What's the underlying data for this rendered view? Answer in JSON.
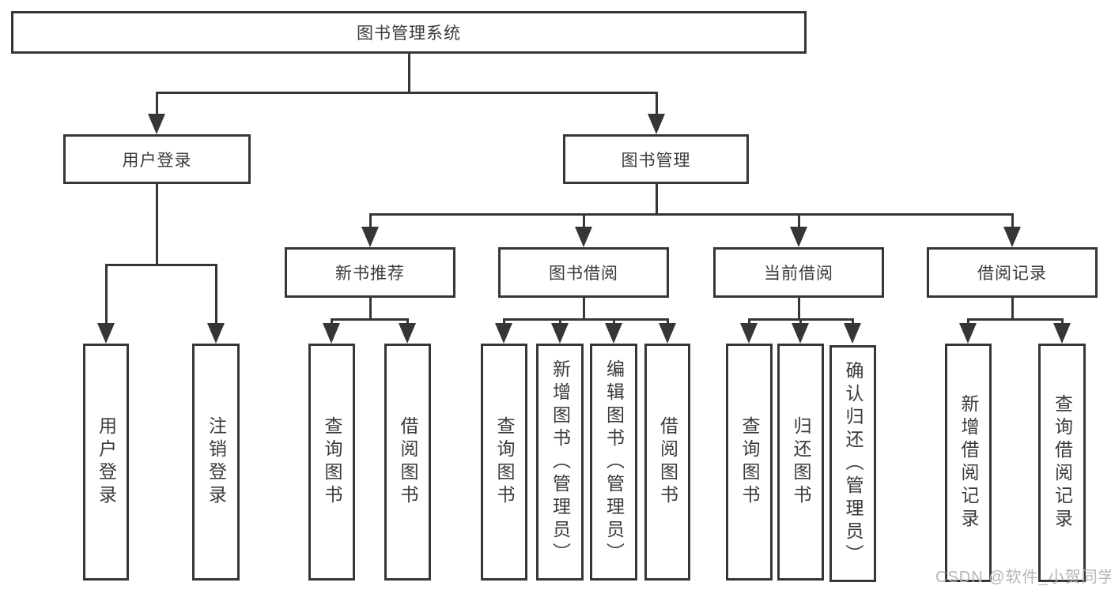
{
  "diagram": {
    "root": {
      "label": "图书管理系统"
    },
    "user_login": {
      "label": "用户登录",
      "children": [
        {
          "label": "用户登录"
        },
        {
          "label": "注销登录"
        }
      ]
    },
    "book_management": {
      "label": "图书管理",
      "groups": [
        {
          "label": "新书推荐",
          "children": [
            {
              "label": "查询图书"
            },
            {
              "label": "借阅图书"
            }
          ]
        },
        {
          "label": "图书借阅",
          "children": [
            {
              "label": "查询图书"
            },
            {
              "label": "新增图书（管理员）"
            },
            {
              "label": "编辑图书（管理员）"
            },
            {
              "label": "借阅图书"
            }
          ]
        },
        {
          "label": "当前借阅",
          "children": [
            {
              "label": "查询图书"
            },
            {
              "label": "归还图书"
            },
            {
              "label": "确认归还（管理员）"
            }
          ]
        },
        {
          "label": "借阅记录",
          "children": [
            {
              "label": "新增借阅记录"
            },
            {
              "label": "查询借阅记录"
            }
          ]
        }
      ]
    },
    "watermark": "CSDN @软件_小贺同学"
  },
  "colors": {
    "line": "#363636",
    "text": "#3a3a3a",
    "watermark": "#b5b5b5"
  }
}
